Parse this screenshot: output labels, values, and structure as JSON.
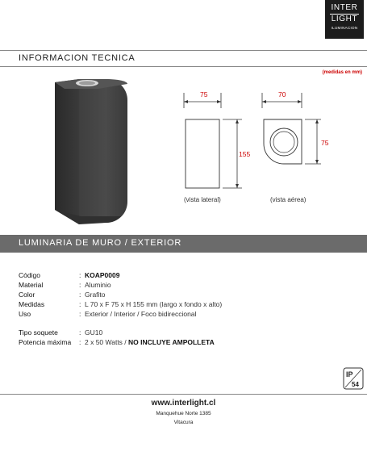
{
  "logo": {
    "line1": "INTER",
    "line2": "LIGHT",
    "line3": "ILUMINACION"
  },
  "section1_title": "INFORMACION TECNICA",
  "units_note": "(medidas en mm)",
  "dims": {
    "side_width": "75",
    "side_height": "155",
    "top_width": "70",
    "top_depth": "75"
  },
  "captions": {
    "side": "(vista lateral)",
    "top": "(vista aérea)"
  },
  "section2_title": "LUMINARIA DE MURO / EXTERIOR",
  "specs": [
    {
      "key": "Código",
      "value": "KOAP0009",
      "bold": true
    },
    {
      "key": "Material",
      "value": "Aluminio"
    },
    {
      "key": "Color",
      "value": "Grafito"
    },
    {
      "key": "Medidas",
      "value": "L 70 x F 75 x H 155 mm (largo x fondo x alto)"
    },
    {
      "key": "Uso",
      "value": "Exterior / Interior / Foco bidireccional"
    }
  ],
  "specs2": [
    {
      "key": "Tipo soquete",
      "value": "GU10"
    },
    {
      "key": "Potencia máxima",
      "value": "2 x 50 Watts / ",
      "value_bold": "NO INCLUYE AMPOLLETA"
    }
  ],
  "colon": ":",
  "ip_rating": {
    "label": "IP",
    "number": "54"
  },
  "footer": {
    "url": "www.interlight.cl",
    "address": "Manquehue Norte 1385",
    "city": "Vitacura"
  },
  "colors": {
    "band": "#6b6b6b",
    "dimension": "#cc0000",
    "product": "#4a4a4a"
  }
}
